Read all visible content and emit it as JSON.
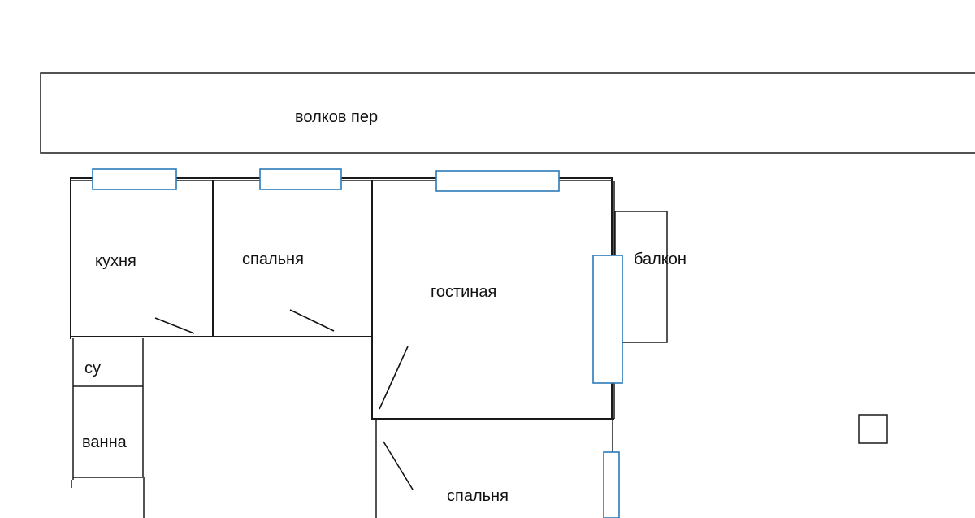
{
  "street": {
    "label": "волков пер"
  },
  "rooms": {
    "kitchen": "кухня",
    "bedroom_1": "спальня",
    "living_room": "гостиная",
    "balcony": "балкон",
    "bathroom_wc": "су",
    "bathtub": "ванна",
    "bedroom_2": "спальня"
  },
  "colors": {
    "walls": "#1a1a1a",
    "windows": "#2a7ab8",
    "background": "#ffffff"
  }
}
